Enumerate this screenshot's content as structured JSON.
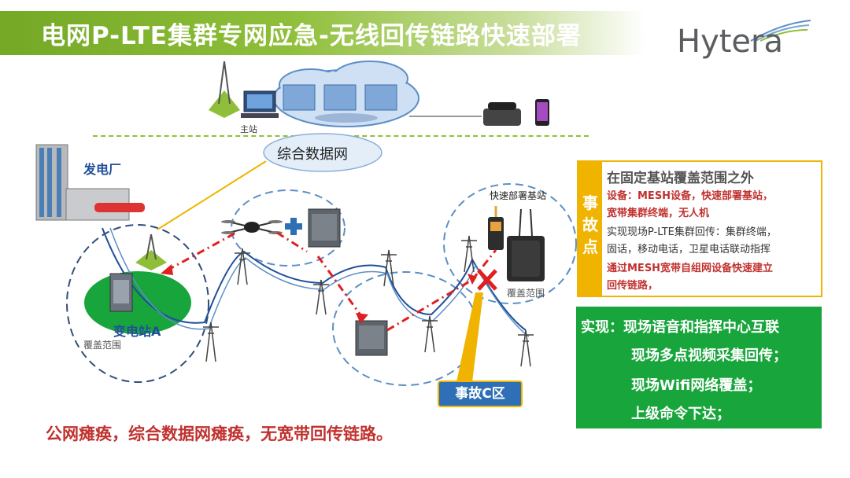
{
  "title": "电网P-LTE集群专网应急-无线回传链路快速部署",
  "logo": "Hytera",
  "labels": {
    "main_station": "主站",
    "data_network": "综合数据网",
    "power_plant": "发电厂",
    "rapid_base": "快速部署基站",
    "substation": "变电站A",
    "coverage_left": "覆盖范围",
    "coverage_right": "覆盖范围",
    "accident_zone": "事故C区"
  },
  "info_box": {
    "side": [
      "事",
      "故",
      "点"
    ],
    "head": "在固定基站覆盖范围之外",
    "lines": [
      {
        "text": "设备：MESH设备，快速部署基站，",
        "style": "red"
      },
      {
        "text": "宽带集群终端，无人机",
        "style": "red"
      },
      {
        "text": "实现现场P-LTE集群回传：集群终端，",
        "style": "dark"
      },
      {
        "text": "固话，移动电话，卫星电话联动指挥",
        "style": "dark"
      },
      {
        "text": "通过MESH宽带自组网设备快速建立",
        "style": "red"
      },
      {
        "text": "回传链路，",
        "style": "red"
      }
    ]
  },
  "green_box": {
    "lines": [
      "实现：现场语音和指挥中心互联",
      "现场多点视频采集回传；",
      "现场Wifi网络覆盖；",
      "上级命令下达；"
    ]
  },
  "bottom_text": "公网瘫痪，综合数据网瘫痪，无宽带回传链路。",
  "colors": {
    "title_green": "#8fbf3a",
    "info_border": "#f0b400",
    "green_box": "#18a53b",
    "alert_red": "#c0322f",
    "link_blue": "#2f6fb5"
  }
}
